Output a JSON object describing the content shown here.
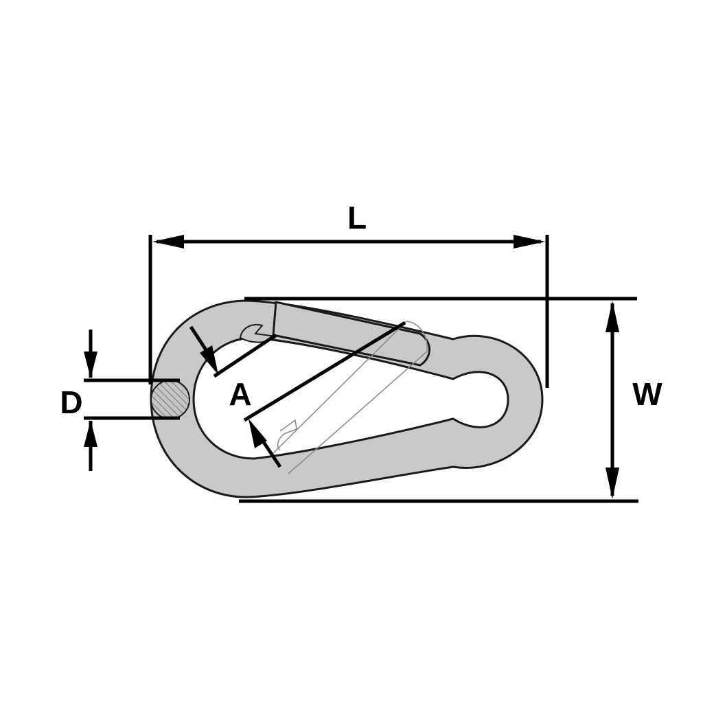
{
  "diagram": {
    "labels": {
      "length": "L",
      "width": "W",
      "diameter": "D",
      "opening": "A"
    },
    "colors": {
      "background": "#ffffff",
      "metal_fill": "#c9c9c9",
      "outline": "#1a1a1a",
      "dimension_line": "#000000",
      "hatch": "#777777"
    }
  }
}
